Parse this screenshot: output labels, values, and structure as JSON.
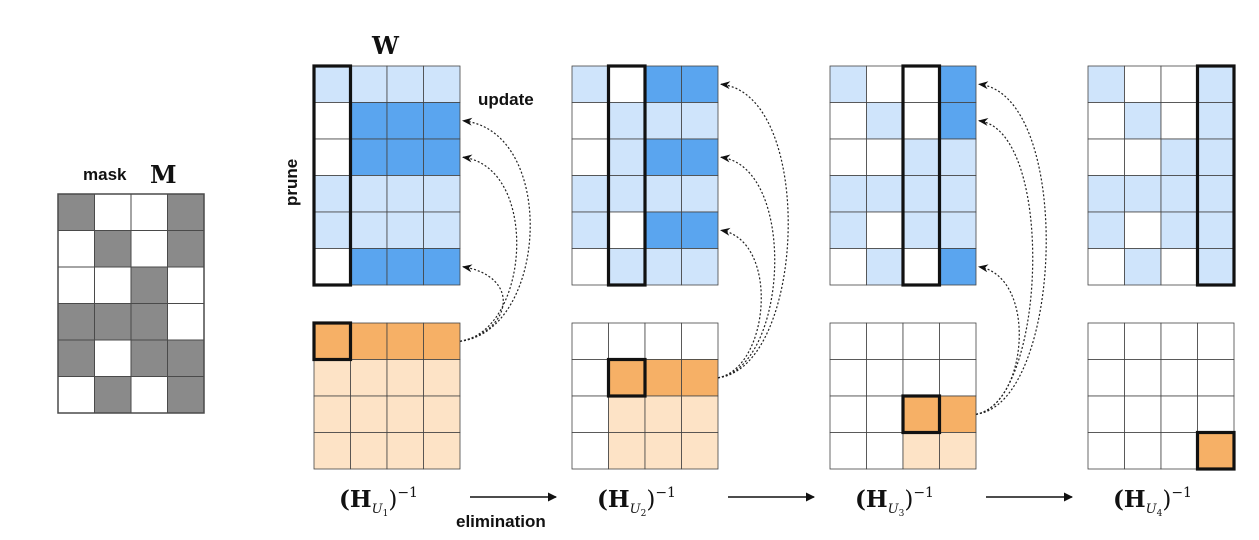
{
  "labels": {
    "mask_word": "mask",
    "mask_symbol": "M",
    "weight_symbol": "W",
    "prune": "prune",
    "update": "update",
    "elimination": "elimination"
  },
  "stages": [
    {
      "h_label": "(H",
      "h_sub": "U",
      "h_sub_index": "1",
      "h_sup": "−1",
      "pruned_col": 0
    },
    {
      "h_label": "(H",
      "h_sub": "U",
      "h_sub_index": "2",
      "h_sup": "−1",
      "pruned_col": 1
    },
    {
      "h_label": "(H",
      "h_sub": "U",
      "h_sub_index": "3",
      "h_sup": "−1",
      "pruned_col": 2
    },
    {
      "h_label": "(H",
      "h_sub": "U",
      "h_sub_index": "4",
      "h_sup": "−1",
      "pruned_col": 3
    }
  ],
  "mask_grid": [
    [
      1,
      0,
      0,
      1
    ],
    [
      0,
      1,
      0,
      1
    ],
    [
      0,
      0,
      1,
      0
    ],
    [
      1,
      1,
      1,
      0
    ],
    [
      1,
      0,
      1,
      1
    ],
    [
      0,
      1,
      0,
      1
    ]
  ],
  "weight_grids": [
    [
      [
        1,
        1,
        1,
        1
      ],
      [
        0,
        2,
        2,
        2
      ],
      [
        0,
        2,
        2,
        2
      ],
      [
        1,
        1,
        1,
        1
      ],
      [
        1,
        1,
        1,
        1
      ],
      [
        0,
        2,
        2,
        2
      ]
    ],
    [
      [
        1,
        0,
        2,
        2
      ],
      [
        0,
        1,
        1,
        1
      ],
      [
        0,
        1,
        2,
        2
      ],
      [
        1,
        1,
        1,
        1
      ],
      [
        1,
        0,
        2,
        2
      ],
      [
        0,
        1,
        1,
        1
      ]
    ],
    [
      [
        1,
        0,
        0,
        2
      ],
      [
        0,
        1,
        0,
        2
      ],
      [
        0,
        0,
        1,
        1
      ],
      [
        1,
        1,
        1,
        1
      ],
      [
        1,
        0,
        1,
        1
      ],
      [
        0,
        1,
        0,
        2
      ]
    ],
    [
      [
        1,
        0,
        0,
        1
      ],
      [
        0,
        1,
        0,
        1
      ],
      [
        0,
        0,
        1,
        1
      ],
      [
        1,
        1,
        1,
        1
      ],
      [
        1,
        0,
        1,
        1
      ],
      [
        0,
        1,
        0,
        1
      ]
    ]
  ],
  "hessian_grids": [
    [
      [
        2,
        2,
        2,
        2
      ],
      [
        1,
        1,
        1,
        1
      ],
      [
        1,
        1,
        1,
        1
      ],
      [
        1,
        1,
        1,
        1
      ]
    ],
    [
      [
        0,
        0,
        0,
        0
      ],
      [
        0,
        2,
        2,
        2
      ],
      [
        0,
        1,
        1,
        1
      ],
      [
        0,
        1,
        1,
        1
      ]
    ],
    [
      [
        0,
        0,
        0,
        0
      ],
      [
        0,
        0,
        0,
        0
      ],
      [
        0,
        0,
        2,
        2
      ],
      [
        0,
        0,
        1,
        1
      ]
    ],
    [
      [
        0,
        0,
        0,
        0
      ],
      [
        0,
        0,
        0,
        0
      ],
      [
        0,
        0,
        0,
        0
      ],
      [
        0,
        0,
        0,
        2
      ]
    ]
  ],
  "update_arrow_rows": [
    [
      1,
      2,
      5
    ],
    [
      0,
      2,
      4
    ],
    [
      0,
      1,
      5
    ]
  ],
  "colors": {
    "mask_dark": "#8a8a8a",
    "mask_light": "#ffffff",
    "w_light": "#cfe4fb",
    "w_strong": "#5aa5ef",
    "h_light": "#fde3c6",
    "h_strong": "#f6b066",
    "grid_line": "#4a4a4a",
    "frame": "#111111"
  }
}
